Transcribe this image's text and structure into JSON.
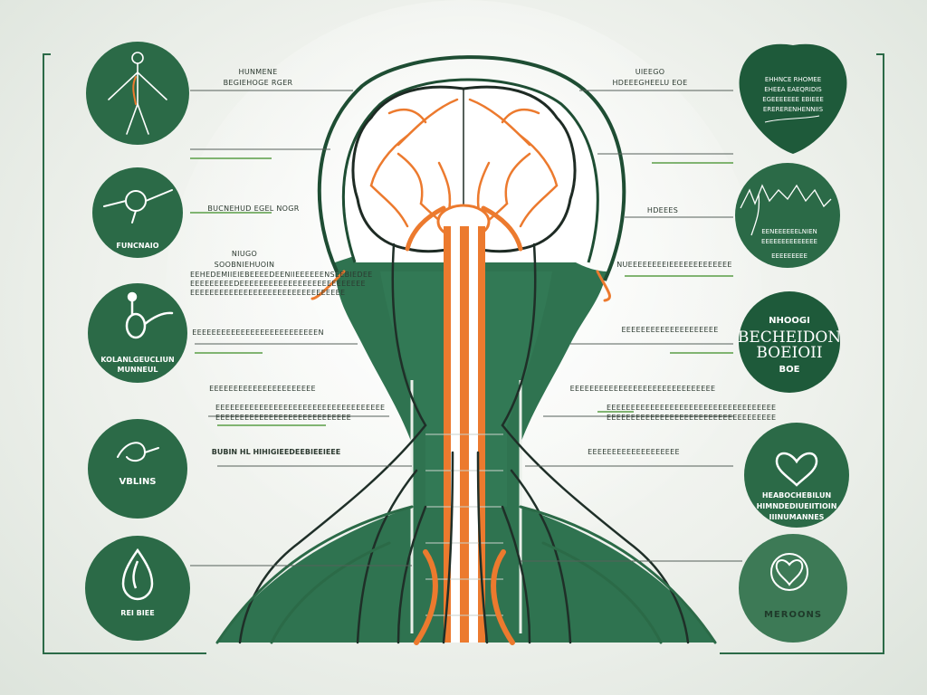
{
  "colors": {
    "green_dark": "#2b6a47",
    "green_deep": "#1e4d33",
    "green_mid": "#3d7a56",
    "orange": "#ec7a2e",
    "nerve_dark": "#1f2f28",
    "background": "#f2f4f0"
  },
  "icons": {
    "left": [
      "human-nerve-figure-icon",
      "nerve-node-icon",
      "nerve-probe-icon",
      "nerve-loop-icon",
      "droplet-icon"
    ],
    "right": [
      "heart-shield-icon",
      "heartbeat-wave-icon",
      "text-badge-icon",
      "heart-outline-icon",
      "heart-in-circle-icon"
    ]
  },
  "left_circles": {
    "c1": "",
    "c2": "FUNCNAIO",
    "c3": [
      "KOLANLGEUCLIUN",
      "MUNNEUL"
    ],
    "c4": "VBLINS",
    "c5": "REI  BIEE"
  },
  "right_circles": {
    "c1": [
      "EHHNCE RHOMEE",
      "EHEEA EAEQRIDIS",
      "EGEEEEEEE EBIEEE",
      "ERERERENHENNIIS"
    ],
    "c2": [
      "EENEEEEEELNIEN",
      "EEEEEEEEEEEEEE",
      "EEEEEEEEE"
    ],
    "c3": [
      "NHOOGI",
      "BECHEIDON",
      "BOEIOII",
      "BOE"
    ],
    "c4": [
      "HEABOCHEBILUN",
      "HIMNDEDIUEIITIOIN",
      "IIINUMANNES"
    ],
    "c5": "MEROONS"
  },
  "left_labels": {
    "l1": [
      "HUNMENE",
      "BEGIEHOGE RGER"
    ],
    "l2": "BUCNEHUD EGEL NOGR",
    "l3": [
      "NIUGO",
      "SOOBNIEHUOIN"
    ],
    "l3_desc": [
      "EEHEDEMIIEIEBEEEEDEENIIEEEEEENSEEBIEDEE",
      "EEEEEEEEEDEEEEEEEEEEEEEEEEEEEEEEEEEE",
      "EEEEEEEEEEEEEEEEEEEEEEEEEEEEEEEE"
    ],
    "l4": "EEEEEEEEEEEEEEEEEEEEEEEEEEN",
    "l5": "EEEEEEEEEEEEEEEEEEEEEE",
    "l5_desc": [
      "EEEEEEEEEEEEEEEEEEEEEEEEEEEEEEEEEEE",
      "EEEEEEEEEEEEEEEEEEEEEEEEEEEE"
    ],
    "l6": "BUBIN  HL  HIHIGIEEDEEBIEEIEEE"
  },
  "right_labels": {
    "r1": [
      "UIEEGO",
      "HDEEEGHEELU EOE"
    ],
    "r2": "HDEEES",
    "r3": "NUEEEEEEEEIEEEEEEEEEEEEE",
    "r4": "EEEEEEEEEEEEEEEEEEEE",
    "r5": "EEEEEEEEEEEEEEEEEEEEEEEEEEEEEE",
    "r5_desc": [
      "EEEEEEEEEEEEEEEEEEEEEEEEEEEEEEEEEEE",
      "EEEEEEEEEEEEEEEEEEEEEEEEEEEEEEEEEEE"
    ],
    "r6": "EEEEEEEEEEEEEEEEEEE"
  }
}
